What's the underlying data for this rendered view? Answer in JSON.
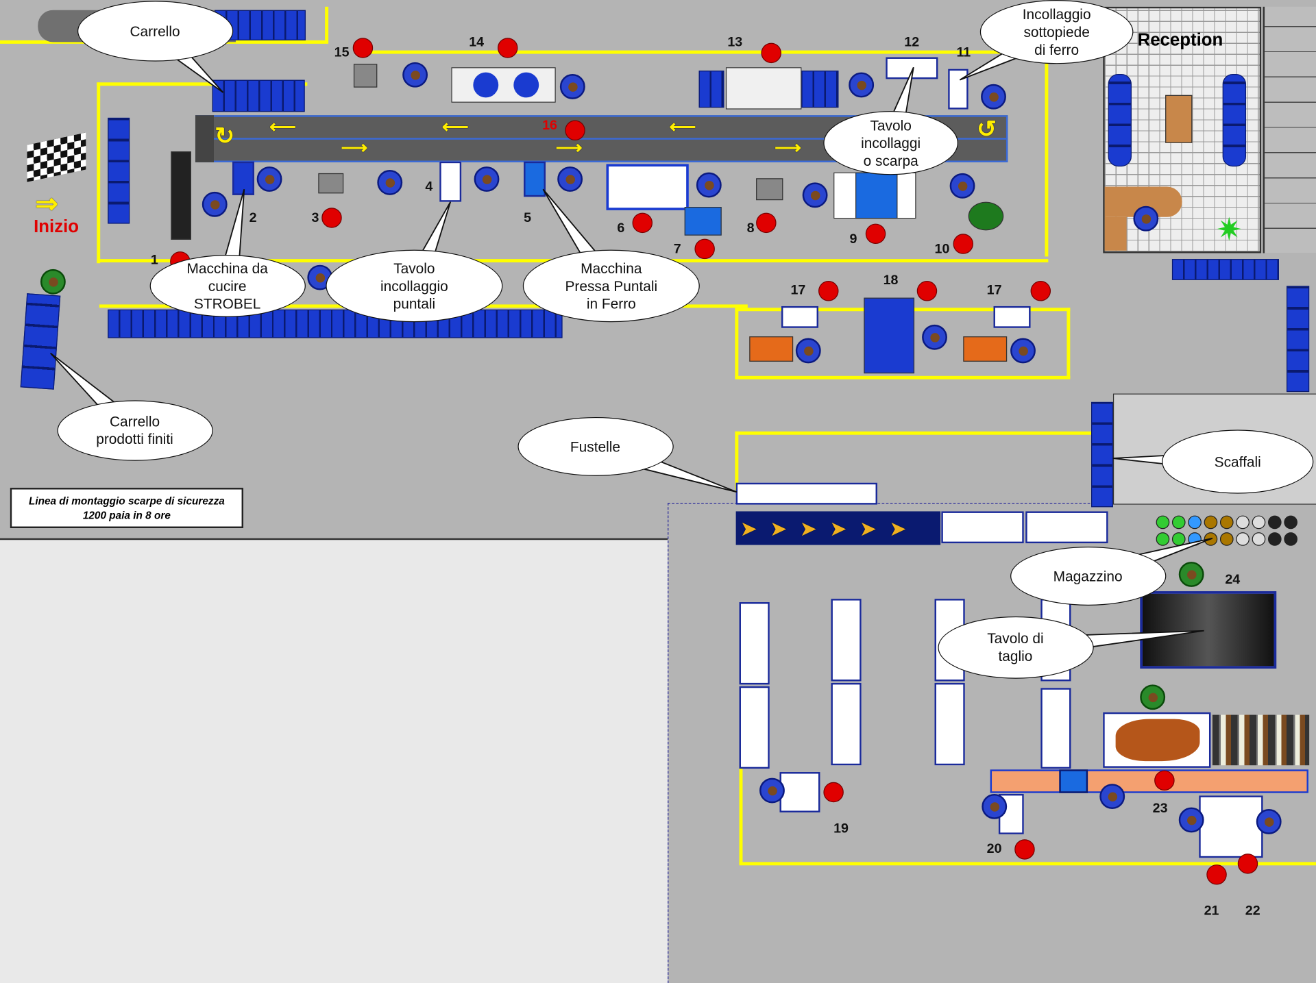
{
  "title_note": "Linea di montaggio scarpe di sicurezza\n1200 paia in 8 ore",
  "start_label": "Inizio",
  "reception_label": "Reception",
  "callouts": {
    "carrello": "Carrello",
    "incollaggio_sottopiede": "Incollaggio\nsottopiede\ndi ferro",
    "tavolo_incollaggi_scarpa": "Tavolo\nincollaggi\no scarpa",
    "macchina_cucire": "Macchina da\ncucire\nSTROBEL",
    "tavolo_puntali": "Tavolo\nincollaggio\npuntali",
    "pressa_puntali": "Macchina\nPressa Puntali\nin Ferro",
    "carrello_finiti": "Carrello\nprodotti finiti",
    "fustelle": "Fustelle",
    "scaffali": "Scaffali",
    "magazzino": "Magazzino",
    "tavolo_taglio": "Tavolo di\ntaglio"
  },
  "stations": [
    "1",
    "2",
    "3",
    "4",
    "5",
    "6",
    "7",
    "8",
    "9",
    "10",
    "11",
    "12",
    "13",
    "14",
    "15",
    "16",
    "17",
    "18",
    "17",
    "19",
    "20",
    "21",
    "22",
    "23",
    "24"
  ],
  "colors": {
    "floor": "#b4b4b4",
    "line": "#ffff00",
    "marker": "#e00000",
    "equipment": "#1a3bd0"
  }
}
